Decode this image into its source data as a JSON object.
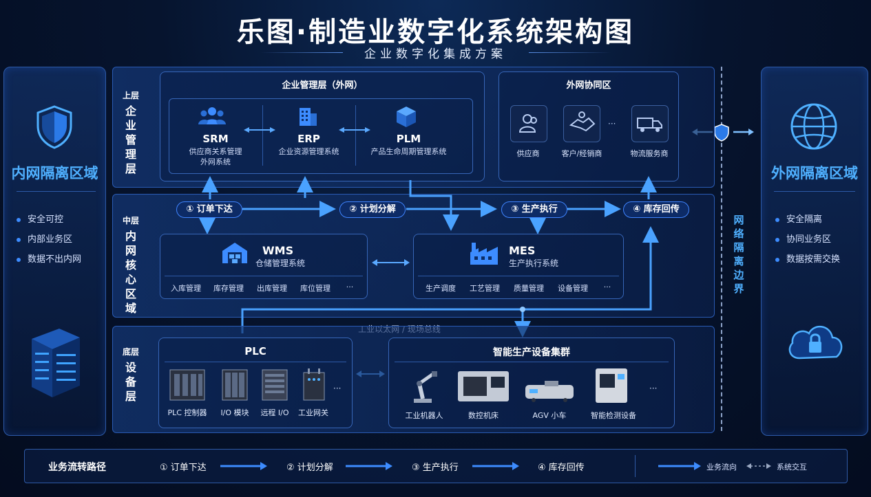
{
  "header": {
    "title": "乐图·制造业数字化系统架构图",
    "subtitle": "企业数字化集成方案"
  },
  "left_zone": {
    "title": "内网隔离区域",
    "items": [
      "安全可控",
      "内部业务区",
      "数据不出内网"
    ]
  },
  "right_zone": {
    "title": "外网隔离区域",
    "items": [
      "安全隔离",
      "协同业务区",
      "数据按需交换"
    ]
  },
  "boundary_label": "网络隔离边界",
  "upper_layer": {
    "small": "上层",
    "chars": [
      "企",
      "业",
      "管",
      "理",
      "层"
    ],
    "mgmt_title": "企业管理层（外网）",
    "systems": [
      {
        "name": "SRM",
        "desc1": "供应商关系管理",
        "desc2": "外网系统"
      },
      {
        "name": "ERP",
        "desc1": "企业资源管理系统",
        "desc2": ""
      },
      {
        "name": "PLM",
        "desc1": "产品生命周期管理系统",
        "desc2": ""
      }
    ],
    "collab_title": "外网协同区",
    "partners": [
      "供应商",
      "客户/经销商",
      "物流服务商"
    ],
    "ellipsis": "···"
  },
  "middle_layer": {
    "small": "中层",
    "chars": [
      "内",
      "网",
      "核",
      "心",
      "区",
      "域"
    ],
    "steps": [
      "① 订单下达",
      "② 计划分解",
      "③ 生产执行",
      "④ 库存回传"
    ],
    "wms": {
      "name": "WMS",
      "desc": "仓储管理系统",
      "subs": [
        "入库管理",
        "库存管理",
        "出库管理",
        "库位管理",
        "···"
      ]
    },
    "mes": {
      "name": "MES",
      "desc": "生产执行系统",
      "subs": [
        "生产调度",
        "工艺管理",
        "质量管理",
        "设备管理",
        "···"
      ]
    }
  },
  "bus_label": "工业以太网 / 现场总线",
  "bottom_layer": {
    "small": "底层",
    "chars": [
      "设",
      "备",
      "层"
    ],
    "plc": {
      "title": "PLC",
      "devices": [
        "PLC 控制器",
        "I/O 模块",
        "远程 I/O",
        "工业网关"
      ],
      "more": "···"
    },
    "cluster": {
      "title": "智能生产设备集群",
      "devices": [
        "工业机器人",
        "数控机床",
        "AGV 小车",
        "智能检测设备"
      ],
      "more": "···"
    }
  },
  "legend": {
    "title": "业务流转路径",
    "steps": [
      "① 订单下达",
      "② 计划分解",
      "③ 生产执行",
      "④ 库存回传"
    ],
    "flow": "业务流向",
    "interact": "系统交互"
  },
  "colors": {
    "accent": "#3d8cff",
    "highlight": "#4fb0ff",
    "background": "#06142e"
  },
  "icons": [
    "shield-icon",
    "globe-icon",
    "people-icon",
    "building-icon",
    "cube-icon",
    "warehouse-icon",
    "factory-icon",
    "handshake-icon",
    "truck-icon",
    "cloud-lock-icon"
  ]
}
